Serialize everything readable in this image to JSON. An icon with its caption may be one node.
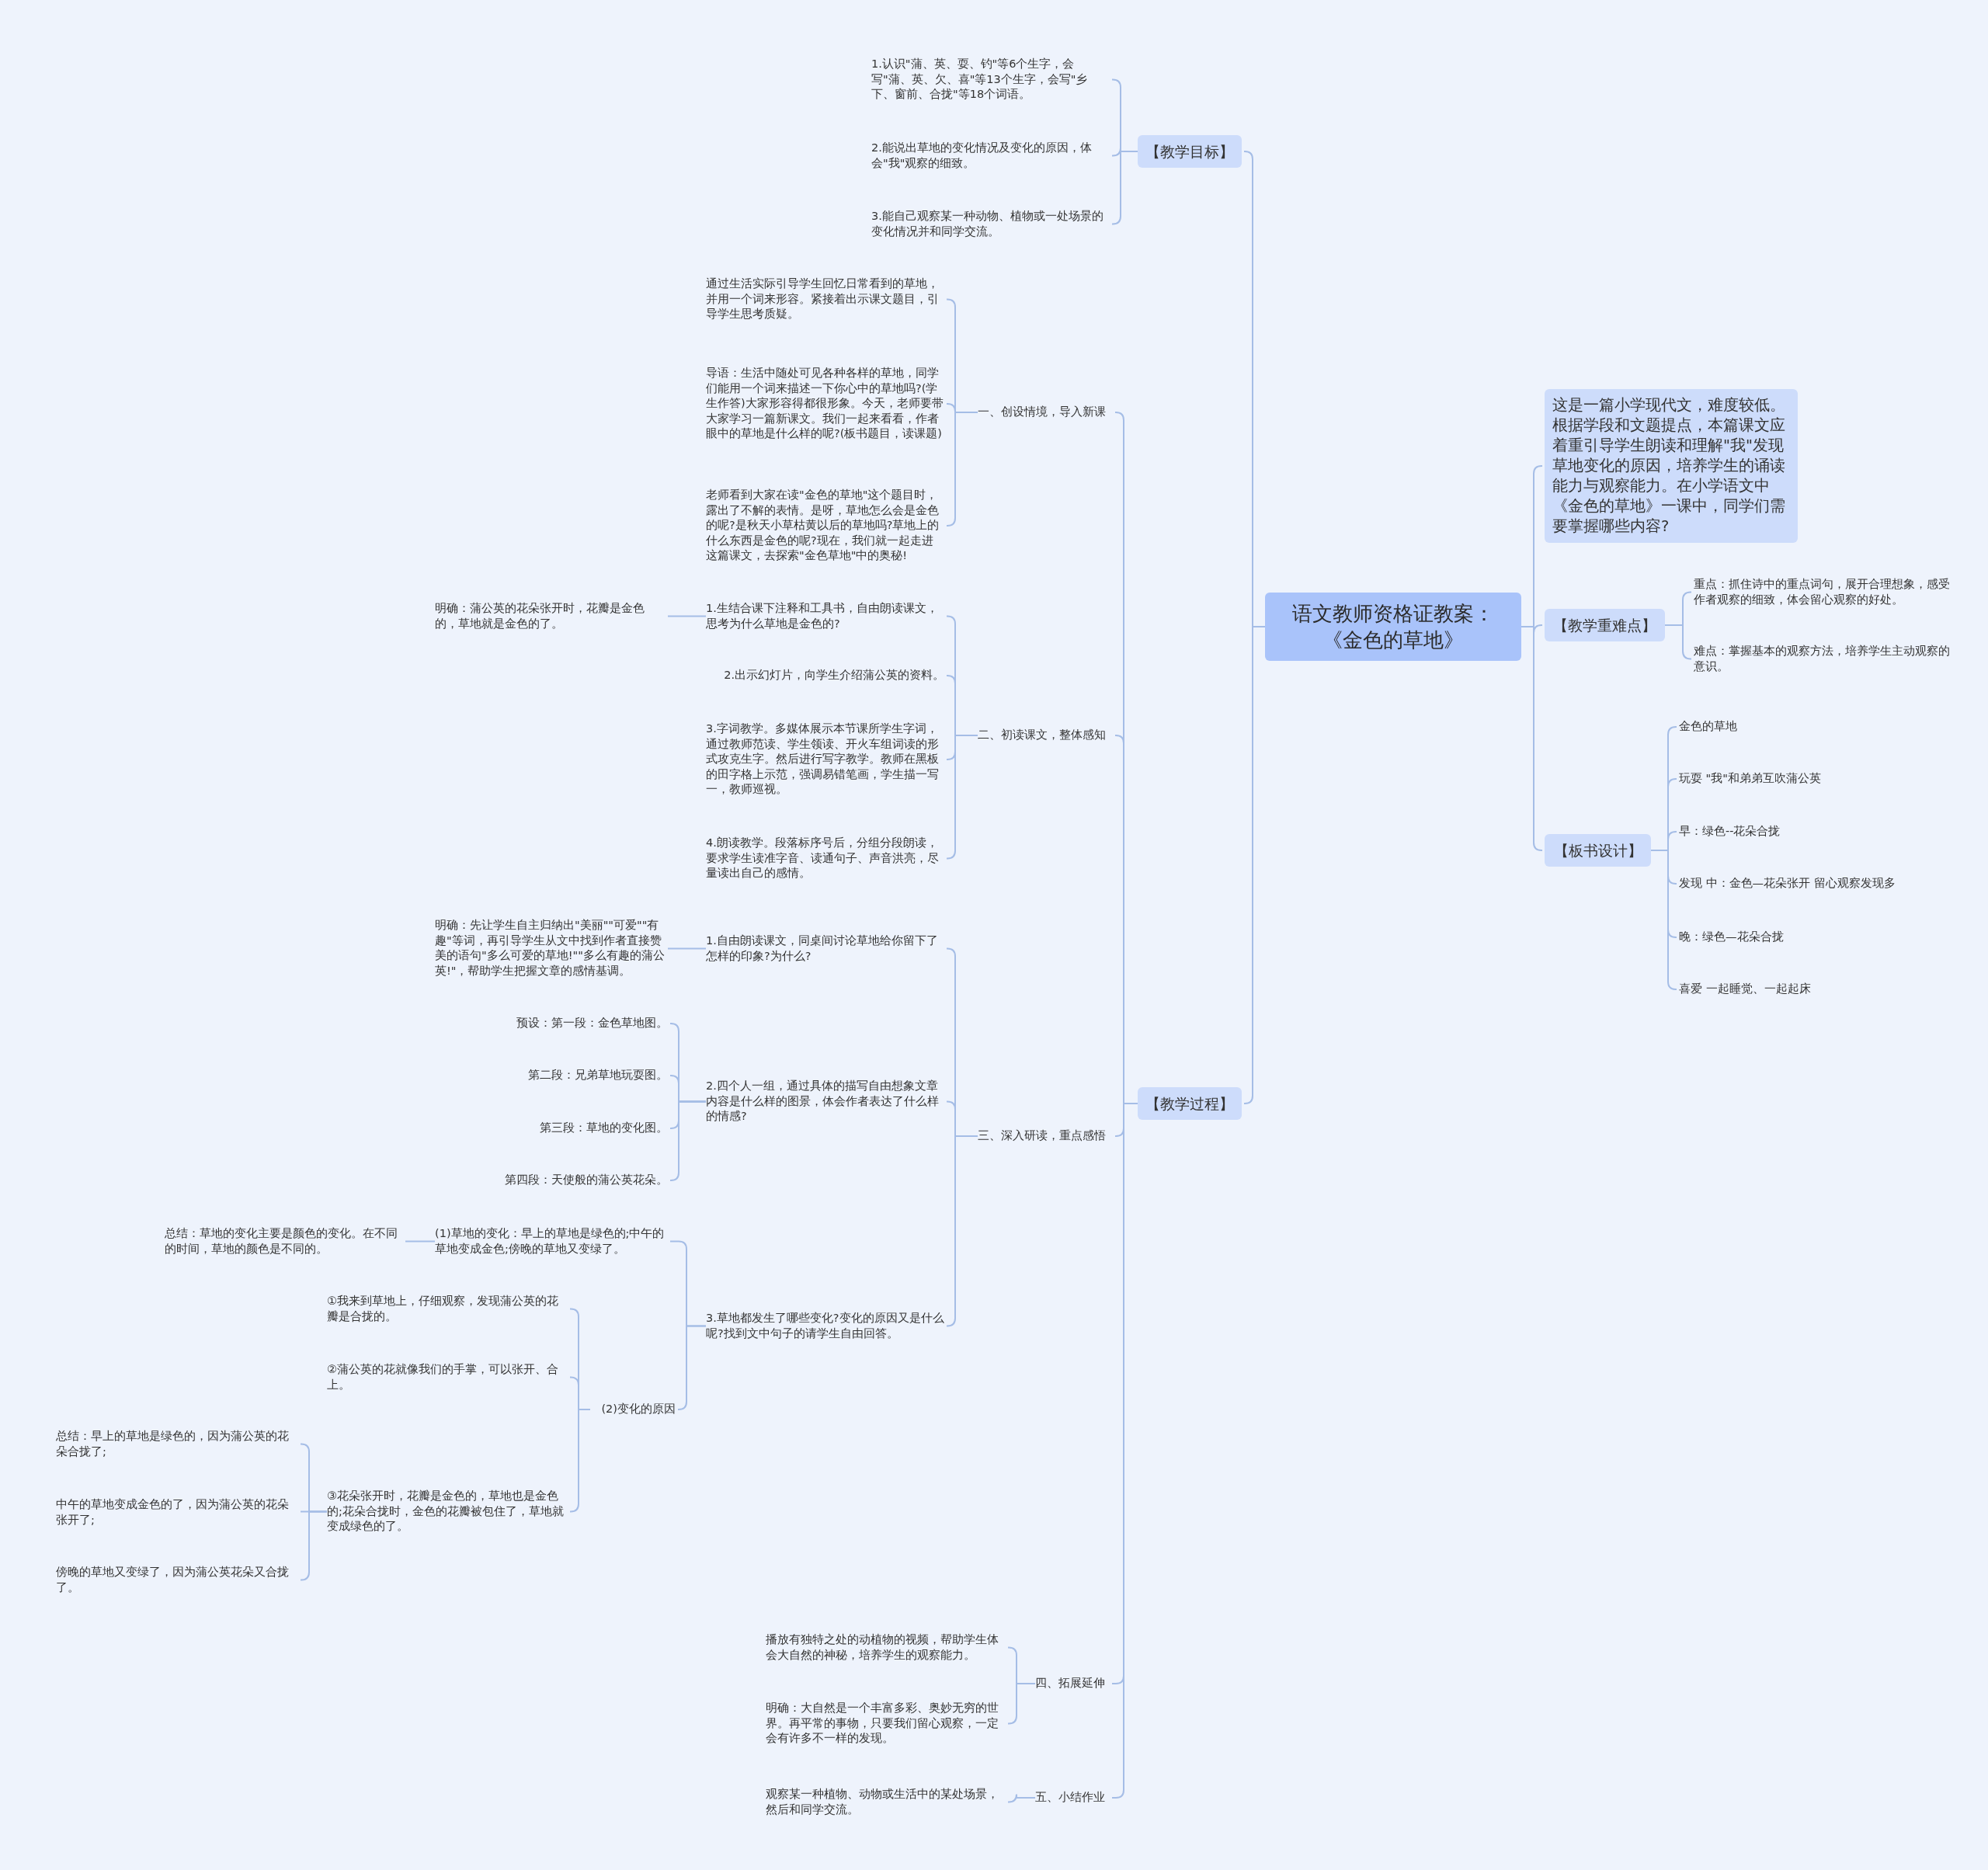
{
  "diagram": {
    "nodes": [
      {
        "text": [
          "语文教师资格证教案：《金色的草地》"
        ]
      },
      {
        "text": [
          "【教学目标】"
        ]
      },
      {
        "text": [
          "1.认识\"蒲、英、耍、钓\"等6个生字，会写\"蒲、英、欠、喜\"等13个生字，会写\"乡下、窗前、合拢\"等18个词语。"
        ]
      },
      {
        "text": [
          "2.能说出草地的变化情况及变化的原因，体会\"我\"观察的细致。"
        ]
      },
      {
        "text": [
          "3.能自己观察某一种动物、植物或一处场景的变化情况并和同学交流。"
        ]
      },
      {
        "text": [
          "【教学过程】"
        ]
      },
      {
        "text": [
          "一、创设情境，导入新课"
        ]
      },
      {
        "text": [
          "通过生活实际引导学生回忆日常看到的草地，并用一个词来形容。紧接着出示课文题目，引导学生思考质疑。"
        ]
      },
      {
        "text": [
          "导语：生活中随处可见各种各样的草地，同学们能用一个词来描述一下你心中的草地吗?(学生作答)大家形容得都很形象。今天，老师要带大家学习一篇新课文。我们一起来看看，作者眼中的草地是什么样的呢?(板书题目，读课题)"
        ]
      },
      {
        "text": [
          "老师看到大家在读\"金色的草地\"这个题目时，露出了不解的表情。是呀，草地怎么会是金色的呢?是秋天小草枯黄以后的草地吗?草地上的什么东西是金色的呢?现在，我们就一起走进这篇课文，去探索\"金色草地\"中的奥秘!"
        ]
      },
      {
        "text": [
          "二、初读课文，整体感知"
        ]
      },
      {
        "text": [
          "1.生结合课下注释和工具书，自由朗读课文，思考为什么草地是金色的?"
        ]
      },
      {
        "text": [
          "明确：蒲公英的花朵张开时，花瓣是金色的，草地就是金色的了。"
        ]
      },
      {
        "text": [
          "2.出示幻灯片，向学生介绍蒲公英的资料。"
        ]
      },
      {
        "text": [
          "3.字词教学。多媒体展示本节课所学生字词，通过教师范读、学生领读、开火车组词读的形式攻克生字。然后进行写字教学。教师在黑板的田字格上示范，强调易错笔画，学生描一写一，教师巡视。"
        ]
      },
      {
        "text": [
          "4.朗读教学。段落标序号后，分组分段朗读，要求学生读准字音、读通句子、声音洪亮，尽量读出自己的感情。"
        ]
      },
      {
        "text": [
          "三、深入研读，重点感悟"
        ]
      },
      {
        "text": [
          "1.自由朗读课文，同桌间讨论草地给你留下了怎样的印象?为什么?"
        ]
      },
      {
        "text": [
          "明确：先让学生自主归纳出\"美丽\"\"可爱\"\"有趣\"等词，再引导学生从文中找到作者直接赞美的语句\"多么可爱的草地!\"\"多么有趣的蒲公英!\"，帮助学生把握文章的感情基调。"
        ]
      },
      {
        "text": [
          "2.四个人一组，通过具体的描写自由想象文章内容是什么样的图景，体会作者表达了什么样的情感?"
        ]
      },
      {
        "text": [
          "预设：第一段：金色草地图。"
        ]
      },
      {
        "text": [
          "第二段：兄弟草地玩耍图。"
        ]
      },
      {
        "text": [
          "第三段：草地的变化图。"
        ]
      },
      {
        "text": [
          "第四段：天使般的蒲公英花朵。"
        ]
      },
      {
        "text": [
          "3.草地都发生了哪些变化?变化的原因又是什么呢?找到文中句子的请学生自由回答。"
        ]
      },
      {
        "text": [
          "(1)草地的变化：早上的草地是绿色的;中午的草地变成金色;傍晚的草地又变绿了。"
        ]
      },
      {
        "text": [
          "总结：草地的变化主要是颜色的变化。在不同的时间，草地的颜色是不同的。"
        ]
      },
      {
        "text": [
          "(2)变化的原因"
        ]
      },
      {
        "text": [
          "①我来到草地上，仔细观察，发现蒲公英的花瓣是合拢的。"
        ]
      },
      {
        "text": [
          "②蒲公英的花就像我们的手掌，可以张开、合上。"
        ]
      },
      {
        "text": [
          "③花朵张开时，花瓣是金色的，草地也是金色的;花朵合拢时，金色的花瓣被包住了，草地就变成绿色的了。"
        ]
      },
      {
        "text": [
          "总结：早上的草地是绿色的，因为蒲公英的花朵合拢了;"
        ]
      },
      {
        "text": [
          "中午的草地变成金色的了，因为蒲公英的花朵张开了;"
        ]
      },
      {
        "text": [
          "傍晚的草地又变绿了，因为蒲公英花朵又合拢了。"
        ]
      },
      {
        "text": [
          "四、拓展延伸"
        ]
      },
      {
        "text": [
          "播放有独特之处的动植物的视频，帮助学生体会大自然的神秘，培养学生的观察能力。"
        ]
      },
      {
        "text": [
          "明确：大自然是一个丰富多彩、奥妙无穷的世界。再平常的事物，只要我们留心观察，一定会有许多不一样的发现。"
        ]
      },
      {
        "text": [
          "五、小结作业"
        ]
      },
      {
        "text": [
          "观察某一种植物、动物或生活中的某处场景，然后和同学交流。"
        ]
      },
      {
        "text": [
          "这是一篇小学现代文，难度较低。根据学段和文题提点，本篇课文应着重引导学生朗读和理解\"我\"发现草地变化的原因，培养学生的诵读能力与观察能力。在小学语文中《金色的草地》一课中，同学们需要掌握哪些内容?"
        ]
      },
      {
        "text": [
          "【教学重难点】"
        ]
      },
      {
        "text": [
          "重点：抓住诗中的重点词句，展开合理想象，感受作者观察的细致，体会留心观察的好处。"
        ]
      },
      {
        "text": [
          "难点：掌握基本的观察方法，培养学生主动观察的意识。"
        ]
      },
      {
        "text": [
          "【板书设计】"
        ]
      },
      {
        "text": [
          "金色的草地"
        ]
      },
      {
        "text": [
          "玩耍 \"我\"和弟弟互吹蒲公英"
        ]
      },
      {
        "text": [
          "早：绿色--花朵合拢"
        ]
      },
      {
        "text": [
          "发现 中：金色—花朵张开 留心观察发现多"
        ]
      },
      {
        "text": [
          "晚：绿色—花朵合拢"
        ]
      },
      {
        "text": [
          "喜爱 一起睡觉、一起起床"
        ]
      }
    ],
    "edges": [
      {
        "from": 0,
        "to": 1,
        "arrow": "none"
      },
      {
        "from": 1,
        "to": 2,
        "arrow": "none"
      },
      {
        "from": 1,
        "to": 3,
        "arrow": "none"
      },
      {
        "from": 1,
        "to": 4,
        "arrow": "none"
      },
      {
        "from": 0,
        "to": 5,
        "arrow": "none"
      },
      {
        "from": 5,
        "to": 6,
        "arrow": "none"
      },
      {
        "from": 6,
        "to": 7,
        "arrow": "none"
      },
      {
        "from": 6,
        "to": 8,
        "arrow": "none"
      },
      {
        "from": 6,
        "to": 9,
        "arrow": "none"
      },
      {
        "from": 5,
        "to": 10,
        "arrow": "none"
      },
      {
        "from": 10,
        "to": 11,
        "arrow": "none"
      },
      {
        "from": 11,
        "to": 12,
        "arrow": "none"
      },
      {
        "from": 10,
        "to": 13,
        "arrow": "none"
      },
      {
        "from": 10,
        "to": 14,
        "arrow": "none"
      },
      {
        "from": 10,
        "to": 15,
        "arrow": "none"
      },
      {
        "from": 5,
        "to": 16,
        "arrow": "none"
      },
      {
        "from": 16,
        "to": 17,
        "arrow": "none"
      },
      {
        "from": 17,
        "to": 18,
        "arrow": "none"
      },
      {
        "from": 16,
        "to": 19,
        "arrow": "none"
      },
      {
        "from": 19,
        "to": 20,
        "arrow": "none"
      },
      {
        "from": 19,
        "to": 21,
        "arrow": "none"
      },
      {
        "from": 19,
        "to": 22,
        "arrow": "none"
      },
      {
        "from": 19,
        "to": 23,
        "arrow": "none"
      },
      {
        "from": 16,
        "to": 24,
        "arrow": "none"
      },
      {
        "from": 24,
        "to": 25,
        "arrow": "none"
      },
      {
        "from": 25,
        "to": 26,
        "arrow": "none"
      },
      {
        "from": 24,
        "to": 27,
        "arrow": "none"
      },
      {
        "from": 27,
        "to": 28,
        "arrow": "none"
      },
      {
        "from": 27,
        "to": 29,
        "arrow": "none"
      },
      {
        "from": 27,
        "to": 30,
        "arrow": "none"
      },
      {
        "from": 30,
        "to": 31,
        "arrow": "none"
      },
      {
        "from": 30,
        "to": 32,
        "arrow": "none"
      },
      {
        "from": 30,
        "to": 33,
        "arrow": "none"
      },
      {
        "from": 5,
        "to": 34,
        "arrow": "none"
      },
      {
        "from": 34,
        "to": 35,
        "arrow": "none"
      },
      {
        "from": 34,
        "to": 36,
        "arrow": "none"
      },
      {
        "from": 5,
        "to": 37,
        "arrow": "none"
      },
      {
        "from": 37,
        "to": 38,
        "arrow": "none"
      },
      {
        "from": 0,
        "to": 39,
        "arrow": "none"
      },
      {
        "from": 0,
        "to": 40,
        "arrow": "none"
      },
      {
        "from": 40,
        "to": 41,
        "arrow": "none"
      },
      {
        "from": 40,
        "to": 42,
        "arrow": "none"
      },
      {
        "from": 0,
        "to": 43,
        "arrow": "none"
      },
      {
        "from": 43,
        "to": 44,
        "arrow": "none"
      },
      {
        "from": 43,
        "to": 45,
        "arrow": "none"
      },
      {
        "from": 43,
        "to": 46,
        "arrow": "none"
      },
      {
        "from": 43,
        "to": 47,
        "arrow": "none"
      },
      {
        "from": 43,
        "to": 48,
        "arrow": "none"
      },
      {
        "from": 43,
        "to": 49,
        "arrow": "none"
      }
    ]
  }
}
